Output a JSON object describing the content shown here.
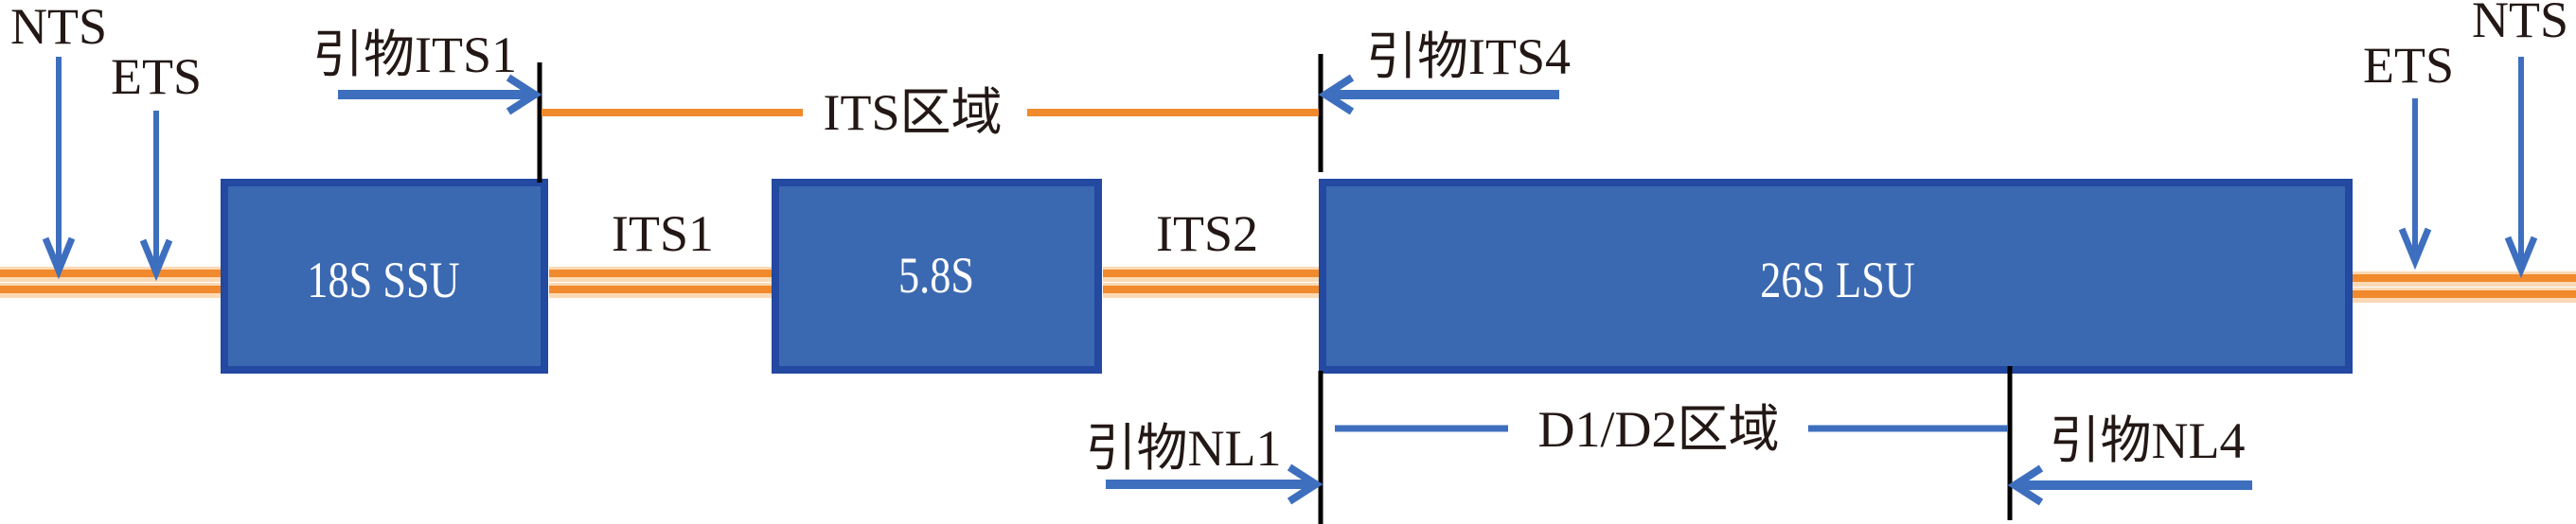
{
  "labels": {
    "nts_left": "NTS",
    "ets_left": "ETS",
    "primer_its1": "引物ITS1",
    "its_region": "ITS区域",
    "primer_its4": "引物ITS4",
    "ets_right": "ETS",
    "nts_right": "NTS",
    "its1": "ITS1",
    "its2": "ITS2",
    "primer_nl1": "引物NL1",
    "d1d2_region": "D1/D2区域",
    "primer_nl4": "引物NL4"
  },
  "boxes": {
    "ssu": "18S SSU",
    "s58": "5.8S",
    "lsu": "26S LSU"
  },
  "colors": {
    "box": "#3b69b1",
    "spacer": "#f08a2c",
    "arrow": "#3e6fbf",
    "marker": "#000000"
  }
}
